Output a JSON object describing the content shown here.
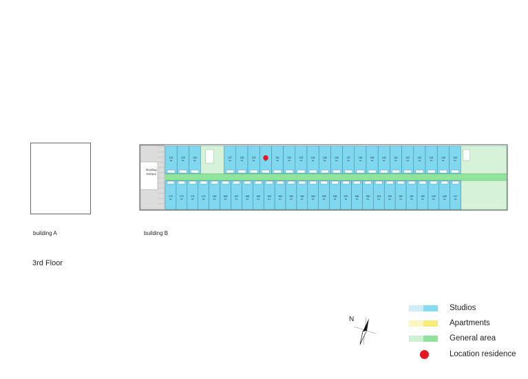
{
  "buildings": {
    "a_label": "building A",
    "b_label": "building B"
  },
  "floor_label": "3rd Floor",
  "plan": {
    "terrace_label_line1": "Rooftop",
    "terrace_label_line2": "terrace",
    "north_rooms_left": [
      "124",
      "125",
      "126"
    ],
    "north_rooms_mid": [
      "127",
      "128",
      "129",
      "130",
      "131",
      "132",
      "133",
      "134",
      "135",
      "136",
      "137",
      "138",
      "139",
      "140",
      "141",
      "142",
      "143",
      "144",
      "145",
      "146"
    ],
    "south_rooms": [
      "173",
      "172",
      "171",
      "170",
      "169",
      "168",
      "167",
      "166",
      "165",
      "164",
      "163",
      "162",
      "161",
      "160",
      "159",
      "158",
      "157",
      "156",
      "155",
      "154",
      "153",
      "152",
      "151",
      "150",
      "149",
      "148",
      "147"
    ],
    "room_area": "S1"
  },
  "legend": {
    "items": [
      {
        "label": "Studios",
        "color_light": "#cfeef9",
        "color_dark": "#86dcf2"
      },
      {
        "label": "Apartments",
        "color_light": "#fbf5c2",
        "color_dark": "#f6ec7a"
      },
      {
        "label": "General area",
        "color_light": "#cff1d3",
        "color_dark": "#8ee29c"
      },
      {
        "label": "Location residence",
        "color": "#e8161f"
      }
    ]
  },
  "compass": {
    "north_label": "N"
  },
  "colors": {
    "studio": "#7fd8f0",
    "corridor": "#8fe59b",
    "general": "#d6f2d9",
    "terrace": "#dcdcdc",
    "marker": "#e8161f"
  }
}
